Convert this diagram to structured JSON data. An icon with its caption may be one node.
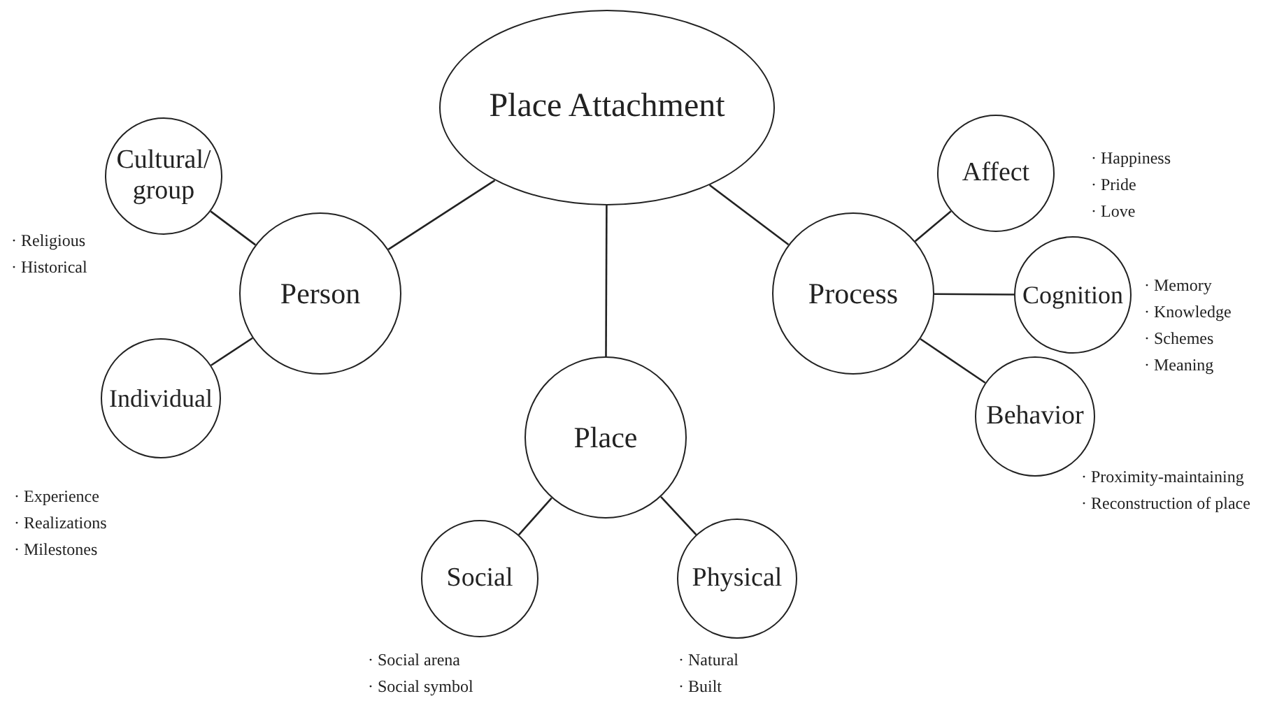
{
  "diagram": {
    "nodes": [
      {
        "text": [
          "Place Attachment"
        ]
      },
      {
        "text": [
          "Cultural/ group"
        ],
        "beside": [
          "· Religious",
          "· Historical"
        ]
      },
      {
        "text": [
          "Person"
        ]
      },
      {
        "text": [
          "Individual"
        ],
        "beside": [
          "· Experience",
          "· Realizations",
          "· Milestones"
        ]
      },
      {
        "text": [
          "Place"
        ]
      },
      {
        "text": [
          "Social"
        ],
        "beside": [
          "· Social arena",
          "· Social symbol"
        ]
      },
      {
        "text": [
          "Physical"
        ],
        "beside": [
          "· Natural",
          "· Built"
        ]
      },
      {
        "text": [
          "Process"
        ]
      },
      {
        "text": [
          "Affect"
        ],
        "beside": [
          "· Happiness",
          "· Pride",
          "· Love"
        ]
      },
      {
        "text": [
          "Cognition"
        ],
        "beside": [
          "· Memory",
          "· Knowledge",
          "· Schemes",
          "· Meaning"
        ]
      },
      {
        "text": [
          "Behavior"
        ],
        "beside": [
          "· Proximity-maintaining",
          "· Reconstruction of place"
        ]
      }
    ],
    "edges": [
      {
        "from": 0,
        "to": 2,
        "arrow": "none"
      },
      {
        "from": 0,
        "to": 4,
        "arrow": "none"
      },
      {
        "from": 0,
        "to": 7,
        "arrow": "none"
      },
      {
        "from": 2,
        "to": 1,
        "arrow": "none"
      },
      {
        "from": 2,
        "to": 3,
        "arrow": "none"
      },
      {
        "from": 4,
        "to": 5,
        "arrow": "none"
      },
      {
        "from": 4,
        "to": 6,
        "arrow": "none"
      },
      {
        "from": 7,
        "to": 8,
        "arrow": "none"
      },
      {
        "from": 7,
        "to": 9,
        "arrow": "none"
      },
      {
        "from": 7,
        "to": 10,
        "arrow": "none"
      }
    ]
  }
}
